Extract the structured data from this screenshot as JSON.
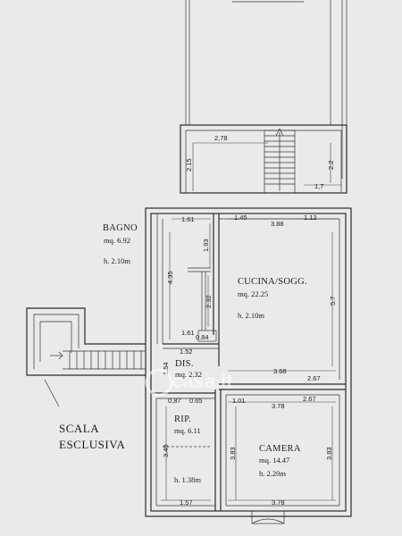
{
  "rooms": {
    "bagno": {
      "name": "BAGNO",
      "area": "mq. 6.92",
      "height": "h. 2.10m"
    },
    "cucina": {
      "name": "CUCINA/SOGG.",
      "area": "mq. 22.25",
      "height": "h. 2.10m"
    },
    "dis": {
      "name": "DIS.",
      "area": "mq. 2.32"
    },
    "rip": {
      "name": "RIP.",
      "area": "mq. 6.11",
      "height": "h. 1.38m"
    },
    "camera": {
      "name": "CAMERA",
      "area": "mq. 14.47",
      "height": "h. 2.20m"
    }
  },
  "stair_label": {
    "line1": "SCALA",
    "line2": "ESCLUSIVA"
  },
  "dimensions": {
    "top_278": "2,78",
    "top_215": "2.15",
    "top_22": "2.2",
    "top_17": "1,7",
    "d_161_top": "1.61",
    "d_145": "1.45",
    "d_388": "3.88",
    "d_112": "1.12",
    "d_193": "1.93",
    "d_435": "4.35",
    "d_57": "5.7",
    "d_232": "2.32",
    "d_161_mid": "1.61",
    "d_084": "0.84",
    "d_152": "1.52",
    "d_154": "1.54",
    "d_368": "3.68",
    "d_267a": "2.67",
    "d_087": "0,87",
    "d_065": "0.65",
    "d_101": "1.01",
    "d_267b": "2.67",
    "d_378a": "3.78",
    "d_383l": "3.83",
    "d_383r": "3.83",
    "d_349": "3.49",
    "d_157": "1.57",
    "d_378b": "3.78"
  },
  "watermark": "casa.it"
}
